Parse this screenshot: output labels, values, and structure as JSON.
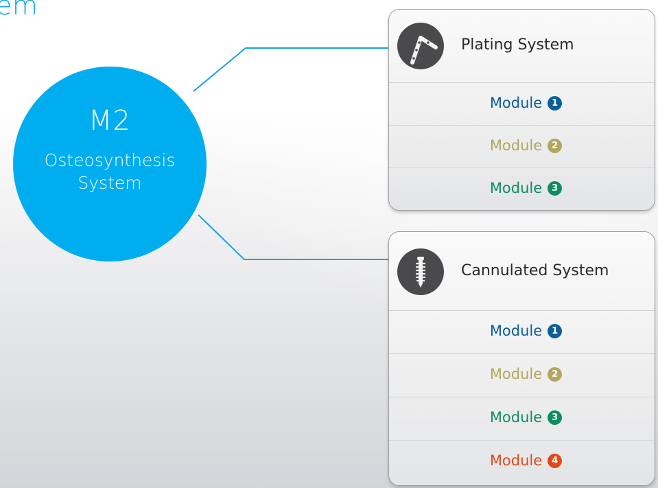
{
  "page": {
    "title_fragment": "em"
  },
  "hub": {
    "code": "M2",
    "name_line1": "Osteosynthesis",
    "name_line2": "System",
    "color": "#00adef"
  },
  "systems": [
    {
      "name": "Plating System",
      "icon": "bone-plate-icon",
      "modules": [
        {
          "label": "Module",
          "number": "1",
          "color": "#0b5f99"
        },
        {
          "label": "Module",
          "number": "2",
          "color": "#b1a85e"
        },
        {
          "label": "Module",
          "number": "3",
          "color": "#0e8d63"
        }
      ]
    },
    {
      "name": "Cannulated System",
      "icon": "screw-icon",
      "modules": [
        {
          "label": "Module",
          "number": "1",
          "color": "#0b5f99"
        },
        {
          "label": "Module",
          "number": "2",
          "color": "#b1a85e"
        },
        {
          "label": "Module",
          "number": "3",
          "color": "#0e8d63"
        },
        {
          "label": "Module",
          "number": "4",
          "color": "#df4a1c"
        }
      ]
    }
  ]
}
